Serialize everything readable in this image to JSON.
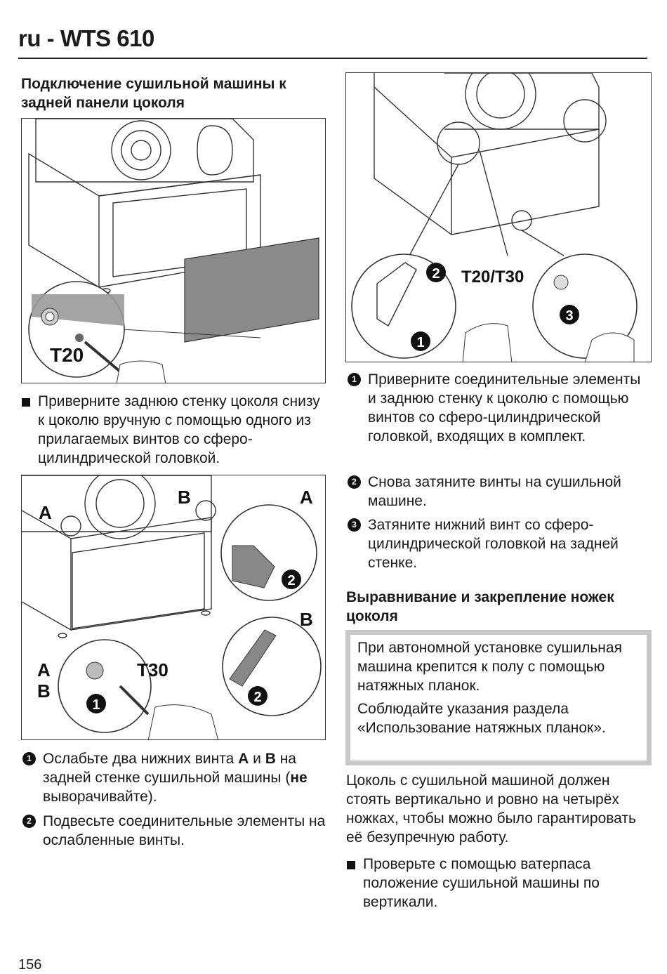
{
  "header": {
    "title": "ru - WTS 610"
  },
  "page_number": "156",
  "section1": {
    "heading": "Подключение сушильной машины к задней панели цоколя",
    "bullet": "Приверните заднюю стенку цоколя снизу к цоколю вручную с помощью одного из прилагаемых винтов со сферо-цилиндрической головкой."
  },
  "figures": {
    "fig1": {
      "tool_label": "T20"
    },
    "fig2": {
      "label_a": "A",
      "label_b": "B",
      "label_ab": "A\nB",
      "tool_label": "T30",
      "step1": "1",
      "step2": "2"
    },
    "fig3": {
      "tool_label": "T20/T30",
      "step1": "1",
      "step2": "2",
      "step3": "3"
    }
  },
  "steps_left": [
    {
      "num": "1",
      "text_before": "Ослабьте два нижних винта ",
      "bold1": "A",
      "mid": " и ",
      "bold2": "B",
      "text_after": " на задней стенке сушильной машины (",
      "bold3": "не",
      "text_end": " выворачивайте)."
    },
    {
      "num": "2",
      "text": "Подвесьте соединительные элементы на ослабленные винты."
    }
  ],
  "steps_right": [
    {
      "num": "1",
      "text": "Приверните соединительные элементы и заднюю стенку к цоколю с помощью винтов со сферо-цилиндрической головкой, входящих в комплект."
    },
    {
      "num": "2",
      "text": "Снова затяните винты на сушильной машине."
    },
    {
      "num": "3",
      "text": "Затяните нижний винт со сферо-цилиндрической головкой на задней стенке."
    }
  ],
  "section2": {
    "heading": "Выравнивание и закрепление ножек цоколя",
    "note_p1": "При автономной установке сушильная машина крепится к полу с помощью натяжных планок.",
    "note_p2": "Соблюдайте указания раздела «Использование натяжных планок».",
    "paragraph": "Цоколь с сушильной машиной должен стоять вертикально и ровно на четырёх ножках, чтобы можно было гарантировать её безупречную работу.",
    "bullet": "Проверьте с помощью ватерпаса положение сушильной машины по вертикали."
  }
}
